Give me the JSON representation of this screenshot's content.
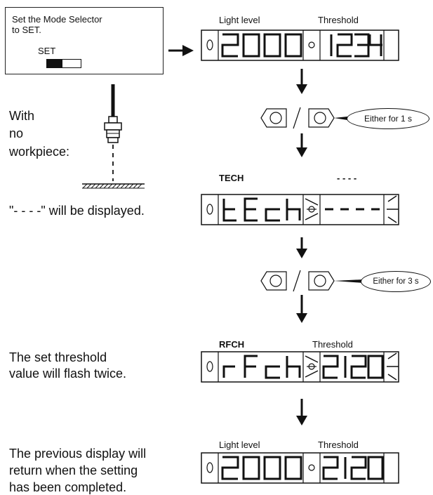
{
  "note": {
    "line1": "Set the Mode Selector",
    "line2": "to SET.",
    "switch_label": "SET"
  },
  "left_texts": {
    "no_workpiece": [
      "With",
      "no",
      "workpiece:"
    ],
    "dashes_message": "\"- - - -\" will be displayed.",
    "flash": [
      "The set threshold",
      "value will flash twice."
    ],
    "return": [
      "The previous display will",
      "return when the setting",
      "has been completed."
    ]
  },
  "displays": [
    {
      "label_left": "Light level",
      "label_right": "Threshold",
      "left_digits": "2000",
      "right_digits": "1234"
    },
    {
      "label_left": "TECH",
      "label_right": "- - - -",
      "left_digits": "tEch",
      "right_digits": "----"
    },
    {
      "label_left": "RFCH",
      "label_right": "Threshold",
      "left_digits": "rFch",
      "right_digits": "2120"
    },
    {
      "label_left": "Light level",
      "label_right": "Threshold",
      "left_digits": "2000",
      "right_digits": "2120"
    }
  ],
  "callouts": [
    {
      "text": "Either for 1 s"
    },
    {
      "text": "Either for 3 s"
    }
  ]
}
